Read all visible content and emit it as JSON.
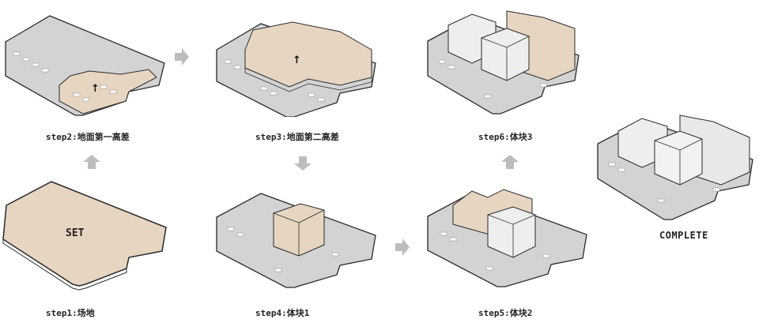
{
  "colors": {
    "site_tan": "#e6d5c1",
    "ground_gray": "#d3d3d3",
    "building_white": "#eeeeee",
    "outline": "#2a2a2a",
    "arrow_gray": "#bdbdbd"
  },
  "steps": [
    {
      "caption": "step1:场地",
      "label": "SET"
    },
    {
      "caption": "step2:地面第一高差"
    },
    {
      "caption": "step3:地面第二高差"
    },
    {
      "caption": "step4:体块1"
    },
    {
      "caption": "step5:体块2"
    },
    {
      "caption": "step6:体块3"
    }
  ],
  "complete_label": "COMPLETE",
  "arrow_glyph": "↑",
  "arrows": [
    {
      "name": "arrow-up-step1-to-step2",
      "direction": "up"
    },
    {
      "name": "arrow-right-step2-to-step3",
      "direction": "right"
    },
    {
      "name": "arrow-down-step3-to-step4",
      "direction": "down"
    },
    {
      "name": "arrow-right-step4-to-step5",
      "direction": "right"
    },
    {
      "name": "arrow-up-step5-to-step6",
      "direction": "up"
    }
  ]
}
